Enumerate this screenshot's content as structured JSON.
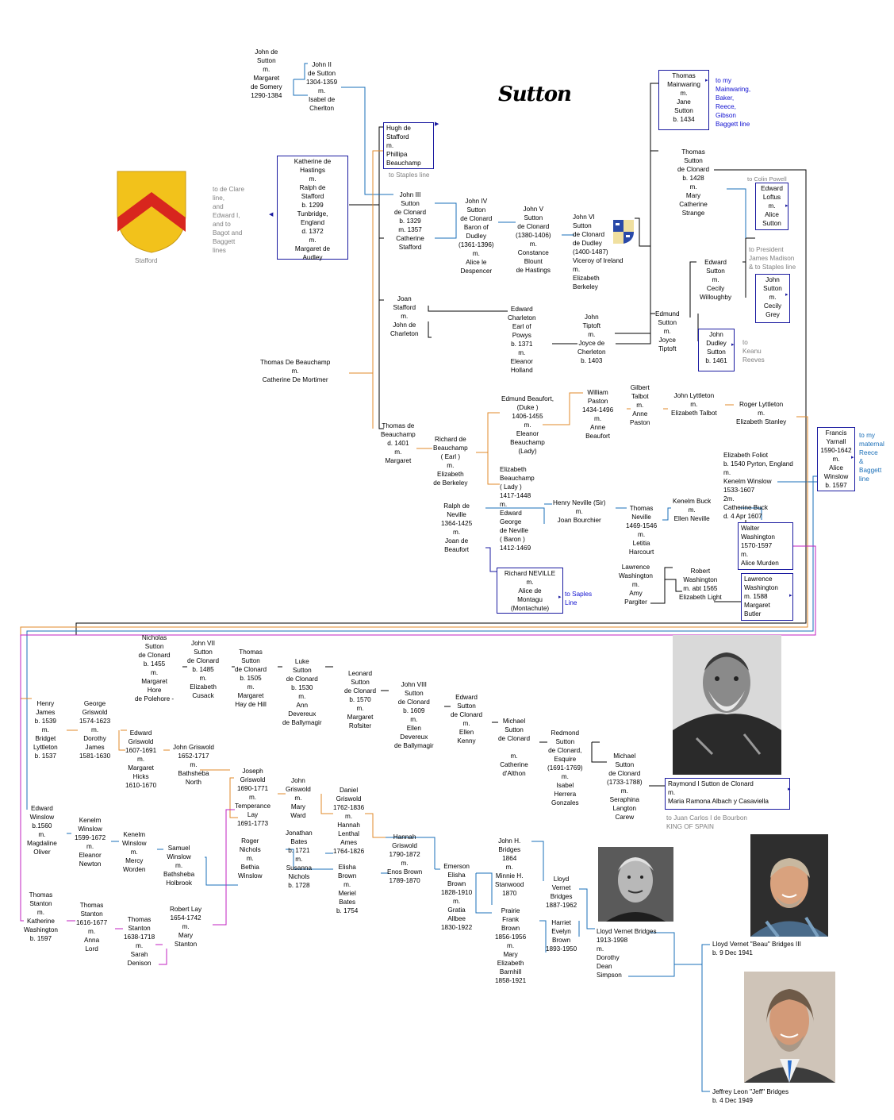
{
  "title": "Sutton",
  "shield_caption": "Stafford",
  "colors": {
    "blue": "#1a1aa0",
    "lightblue": "#1a6fb8",
    "orange": "#e08a2a",
    "magenta": "#c020c0",
    "gray": "#808080",
    "link": "#1010d0"
  },
  "icons": [
    "coat-of-arms-stafford",
    "coat-of-arms-sutton",
    "arrow-right-icon"
  ],
  "notes": {
    "declare": "to de Clare\nline,\nand\nEdward I,\nand to\nBagot and\nBaggett\nlines",
    "staples1": "to Staples line",
    "mainwaring": "to my\nMainwaring,\nBaker,\nReece,\nGibson\nBaggett line",
    "powell": "to Colin Powell",
    "madison": "to President\nJames Madison\n& to Staples line",
    "keanu": "to\nKeanu\nReeves",
    "maternal": "to my\nmaternal\nReece\n&\nBaggett\nline",
    "saples": "to Saples\nLine",
    "spain": "to Juan Carlos I de Bourbon\nKING OF SPAIN"
  },
  "people": {
    "john_de_sutton": "John de\nSutton\nm.\nMargaret\nde Somery\n1290-1384",
    "john2": "John II\nde Sutton\n1304-1359\nm.\nIsabel de\nCherlton",
    "hugh": "Hugh de\nStafford\nm.\nPhillipa\nBeauchamp",
    "katherine": "Katherine de\nHastings\nm.\nRalph de\nStafford\nb. 1299\nTunbridge,\nEngland\nd. 1372\nm.\nMargaret de\nAudley",
    "john3": "John III\nSutton\nde Clonard\nb. 1329\nm. 1357\nCatherine\nStafford",
    "john4": "John IV\nSutton\nde Clonard\nBaron of\nDudley\n(1361-1396)\nm.\nAlice le\nDespencer",
    "john5": "John V\nSutton\nde Clonard\n(1380-1406)\nm.\nConstance\nBlount\nde Hastings",
    "john6": "John VI\nSutton\nde Clonard\nde Dudley\n(1400-1487)\nViceroy of Ireland\nm.\nElizabeth\nBerkeley",
    "mainwaring": "Thomas\nMainwaring\nm.\nJane\nSutton\nb. 1434",
    "thomas_sutton": "Thomas\nSutton\nde Clonard\nb. 1428\nm.\nMary\nCatherine\nStrange",
    "edward_loftus": "Edward\nLoftus\nm.\nAlice\nSutton",
    "edward_sutton": "Edward\nSutton\nm.\nCecily\nWilloughby",
    "john_cecily": "John\nSutton\nm.\nCecily\nGrey",
    "joan": "Joan\nStafford\nm.\nJohn de\nCharleton",
    "edward_charleton": "Edward\nCharleton\nEarl of\nPowys\nb. 1371\nm.\nEleanor\nHolland",
    "john_tiptoft": "John\nTiptoft\nm.\nJoyce de\nCherleton\nb. 1403",
    "edmund": "Edmund\nSutton\nm.\nJoyce\nTiptoft",
    "john_dudley": "John\nDudley\nSutton\nb. 1461",
    "beauchamp_mortimer": "Thomas De Beauchamp\nm.\nCatherine De Mortimer",
    "edmund_beaufort": "Edmund Beaufort,\n(Duke )\n1406-1455\nm.\nEleanor\nBeauchamp\n(Lady)",
    "paston": "William\nPaston\n1434-1496\nm.\nAnne\nBeaufort",
    "talbot": "Gilbert\nTalbot\nm.\nAnne\nPaston",
    "lyttleton": "John Lyttleton\nm.\nElizabeth Talbot",
    "roger_lyttleton": "Roger Lyttleton\nm.\nElizabeth Stanley",
    "thomas_beauchamp": "Thomas de\nBeauchamp\nd. 1401\nm.\nMargaret",
    "richard_beauchamp": "Richard de\nBeauchamp\n( Earl )\nm.\nElizabeth\nde Berkeley",
    "elizabeth_beauchamp": "Elizabeth\nBeauchamp\n( Lady )\n1417-1448\nm.\nEdward\nGeorge\nde Neville\n( Baron )\n1412-1469",
    "ralph_neville": "Ralph de\nNeville\n1364-1425\nm.\nJoan de\nBeaufort",
    "henry_neville": "Henry Neville (Sir)\nm.\nJoan Bourchier",
    "thomas_neville": "Thomas\nNeville\n1469-1546\nm.\nLetitia\nHarcourt",
    "kenelm_buck": "Kenelm Buck\nm.\nEllen Neville",
    "foliot": "Elizabeth Foliot\nb. 1540 Pyrton, England\nm.\nKenelm Winslow\n1533-1607\n2m.\nCatherine Buck\nd. 4 Apr 1607",
    "yarnall": "Francis\nYarnall\n1590-1642\nm.\nAlice\nWinslow\nb. 1597",
    "walter_washington": "Walter\nWashington\n1570-1597\nm.\nAlice Murden",
    "richard_neville": "Richard NEVILLE\nm.\nAlice de\nMontagu\n(Montachute)",
    "lawrence_amy": "Lawrence\nWashington\nm.\nAmy\nPargiter",
    "robert_washington": "Robert\nWashington\nm. abt 1565\nElizabeth Light",
    "lawrence_butler": "Lawrence\nWashington\nm. 1588\nMargaret\nButler",
    "nicholas": "Nicholas\nSutton\nde Clonard\nb. 1455\nm.\nMargaret\nHore\nde Polehore -",
    "john7": "John VII\nSutton\nde Clonard\nb. 1485\nm.\nElizabeth\nCusack",
    "thomas_hay": "Thomas\nSutton\nde Clonard\nb. 1505\nm.\nMargaret\nHay de Hill",
    "luke": "Luke\nSutton\nde Clonard\nb. 1530\nm.\nAnn\nDevereux\nde Ballymagir",
    "leonard": "Leonard\nSutton\nde Clonard\nb. 1570\nm.\nMargaret\nRofsiter",
    "john8": "John VIII\nSutton\nde Clonard\nb. 1609\nm.\nEllen\nDevereux\nde Ballymagir",
    "edward_kenny": "Edward\nSutton\nde Clonard\nm.\nEllen\nKenny",
    "michael_althon": "Michael\nSutton\nde Clonard\n\nm.\nCatherine\nd'Althon",
    "redmond": "Redmond\nSutton\nde Clonard,\nEsquire\n(1691-1769)\nm.\nIsabel\nHerrera\nGonzales",
    "michael_1733": "Michael\nSutton\nde Clonard\n(1733-1788)\nm.\nSeraphina\nLangton\nCarew",
    "raymond": "Raymond I Sutton de Clonard\nm.\nMaria Ramona Albach y Casaviella",
    "henry_james": "Henry\nJames\nb. 1539\nm.\nBridget\nLyttleton\nb. 1537",
    "george_griswold": "George\nGriswold\n1574-1623\nm.\nDorothy\nJames\n1581-1630",
    "edward_griswold": "Edward\nGriswold\n1607-1691\nm.\nMargaret\nHicks\n1610-1670",
    "john_griswold_1652": "John Griswold\n1652-1717\nm.\nBathsheba\nNorth",
    "joseph_griswold": "Joseph\nGriswold\n1690-1771\nm.\nTemperance\nLay\n1691-1773",
    "john_griswold_ward": "John\nGriswold\nm.\nMary\nWard",
    "daniel_griswold": "Daniel\nGriswold\n1762-1836\nm.\nHannah\nLenthal\nAmes\n1764-1826",
    "edward_winslow": "Edward\nWinslow\nb.1560\nm.\nMagdaline\nOliver",
    "kenelm_1599": "Kenelm\nWinslow\n1599-1672\nm.\nEleanor\nNewton",
    "kenelm_mercy": "Kenelm\nWinslow\nm.\nMercy\nWorden",
    "samuel_winslow": "Samuel\nWinslow\nm.\nBathsheba\nHolbrook",
    "roger_nichols": "Roger\nNichols\nm.\nBethia\nWinslow",
    "jonathan_bates": "Jonathan\nBates\nb. 1721\nm.\nSusanna\nNichols\nb. 1728",
    "elisha_brown": "Elisha\nBrown\nm.\nMeriel\nBates\nb. 1754",
    "hannah_griswold": "Hannah\nGriswold\n1790-1872\nm.\nEnos Brown\n1789-1870",
    "emerson": "Emerson\nElisha\nBrown\n1828-1910\nm.\nGratia\nAllbee\n1830-1922",
    "john_bridges": "John H.\nBridges\n1864\nm.\nMinnie H.\nStanwood\n1870",
    "lloyd_vernet_1887": "Lloyd\nVernet\nBridges\n1887-1962",
    "prairie": "Prairie\nFrank\nBrown\n1856-1956\nm.\nMary\nElizabeth\nBarnhill\n1858-1921",
    "harriet": "Harriet\nEvelyn\nBrown\n1893-1950",
    "lloyd_1913": "Lloyd Vernet Bridges\n1913-1998\nm.\nDorothy\nDean\nSimpson",
    "beau": "Lloyd Vernet \"Beau\" Bridges III\nb. 9 Dec 1941",
    "jeff": "Jeffrey Leon \"Jeff\" Bridges\nb. 4 Dec 1949",
    "thomas_stanton_kw": "Thomas\nStanton\nm.\nKatherine\nWashington\nb. 1597",
    "thomas_stanton_1616": "Thomas\nStanton\n1616-1677\nm.\nAnna\nLord",
    "thomas_stanton_1638": "Thomas\nStanton\n1638-1718\nm.\nSarah\nDenison",
    "robert_lay": "Robert Lay\n1654-1742\nm.\nMary\nStanton"
  }
}
